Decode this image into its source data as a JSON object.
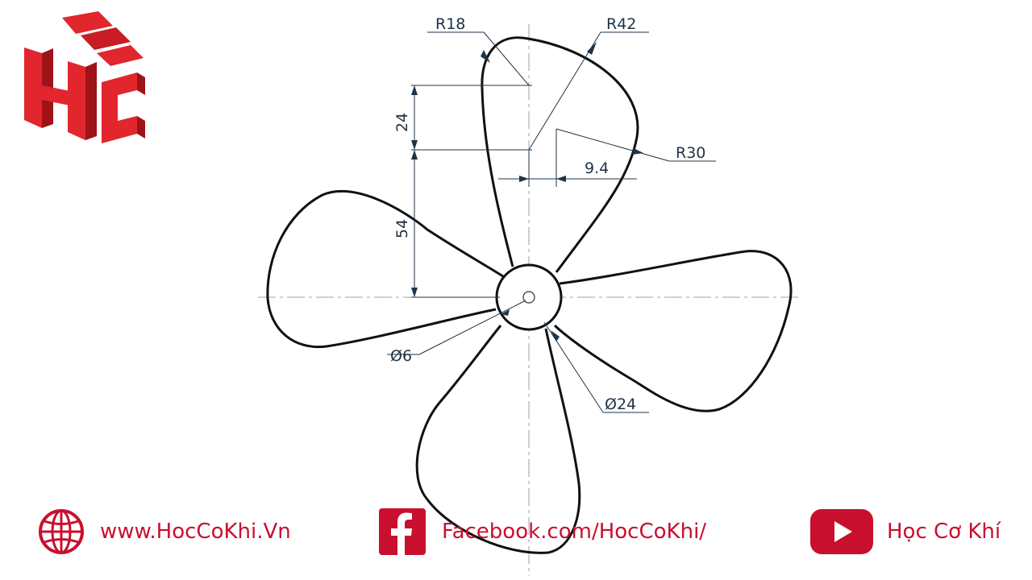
{
  "brand": {
    "logo_text": "HC",
    "accent": "#d31f26",
    "accent_dark": "#9e1218"
  },
  "dimensions": {
    "r18": "R18",
    "r42": "R42",
    "r30": "R30",
    "d24": "24",
    "d94": "9.4",
    "d54": "54",
    "phi6": "Ø6",
    "phi24": "Ø24"
  },
  "footer": {
    "website": {
      "icon": "globe-icon",
      "text": "www.HocCoKhi.Vn"
    },
    "facebook": {
      "icon": "facebook-icon",
      "text": "Facebook.com/HocCoKhi/"
    },
    "youtube": {
      "icon": "youtube-icon",
      "text": "Học Cơ Khí"
    }
  }
}
